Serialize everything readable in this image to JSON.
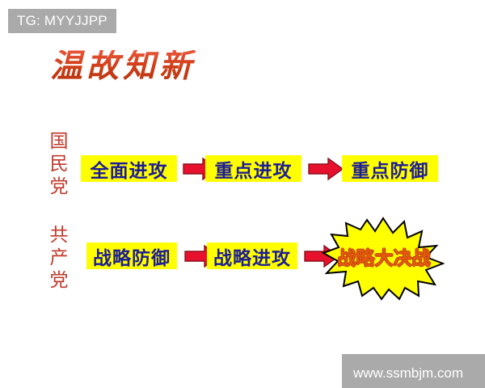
{
  "slide": {
    "title": "温故知新",
    "background_color": "#ffffff"
  },
  "watermarks": {
    "top_left": "TG: MYYJJPP",
    "bottom_right": "www.ssmbjm.com",
    "box_color": "#aaaaaa",
    "text_color": "#ffffff"
  },
  "colors": {
    "title_red": "#d2401c",
    "label_red": "#c0392b",
    "stage_fill": "#ffff00",
    "stage_text": "#1c1c96",
    "arrow_fill": "#e8112d",
    "arrow_stroke": "#8a0f18",
    "burst_fill": "#ffff00",
    "burst_stroke": "#000000",
    "burst_text": "#e25a0f"
  },
  "rows": [
    {
      "label": "国民党",
      "label_chars": [
        "国",
        "民",
        "党"
      ],
      "stages": [
        "全面进攻",
        "重点进攻",
        "重点防御"
      ],
      "arrows": [
        "arrow-right",
        "arrow-right"
      ]
    },
    {
      "label": "共产党",
      "label_chars": [
        "共",
        "产",
        "党"
      ],
      "stages": [
        "战略防御",
        "战略进攻"
      ],
      "arrows": [
        "arrow-right",
        "arrow-right"
      ],
      "finale": "战略大决战"
    }
  ]
}
